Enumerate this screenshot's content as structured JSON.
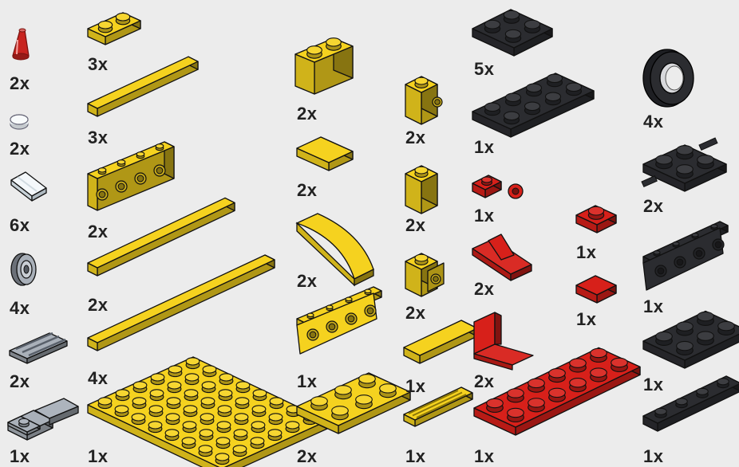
{
  "palette": {
    "background": "#ececec",
    "yellow": "#f5d21f",
    "red": "#d7201a",
    "black": "#2b2c30",
    "grey": "#a9b0b9",
    "trans_red": "#c8241f",
    "trans_clear": "#e8eef2"
  },
  "parts": [
    {
      "id": "cone-trans-red",
      "qty": "2x",
      "icon": "cone-icon"
    },
    {
      "id": "round-tile-clear",
      "qty": "2x",
      "icon": "round-tile-icon"
    },
    {
      "id": "slope-clear",
      "qty": "6x",
      "icon": "slope-icon"
    },
    {
      "id": "wheel-rim-grey",
      "qty": "4x",
      "icon": "wheel-rim-icon"
    },
    {
      "id": "grille-tile-grey",
      "qty": "2x",
      "icon": "grille-tile-icon"
    },
    {
      "id": "rail-plate-grey",
      "qty": "1x",
      "icon": "rail-plate-icon"
    },
    {
      "id": "plate-1x2-yellow",
      "qty": "3x",
      "icon": "plate-icon"
    },
    {
      "id": "tile-1x6-yellow",
      "qty": "3x",
      "icon": "tile-icon"
    },
    {
      "id": "brick-1x4-studs-yellow",
      "qty": "2x",
      "icon": "technic-brick-icon"
    },
    {
      "id": "tile-1x8-yellow",
      "qty": "2x",
      "icon": "tile-icon"
    },
    {
      "id": "tile-1x10-yellow",
      "qty": "4x",
      "icon": "tile-icon"
    },
    {
      "id": "plate-6x8-yellow",
      "qty": "1x",
      "icon": "plate-icon"
    },
    {
      "id": "brick-1x2-yellow",
      "qty": "2x",
      "icon": "brick-icon"
    },
    {
      "id": "tile-2x2-yellow",
      "qty": "2x",
      "icon": "tile-icon"
    },
    {
      "id": "curved-slope-yellow",
      "qty": "2x",
      "icon": "curved-slope-icon"
    },
    {
      "id": "bracket-1x4-yellow",
      "qty": "1x",
      "icon": "bracket-icon"
    },
    {
      "id": "plate-2x3-yellow",
      "qty": "2x",
      "icon": "plate-icon"
    },
    {
      "id": "brick-stud-side-yellow",
      "qty": "2x",
      "icon": "brick-side-stud-icon"
    },
    {
      "id": "brick-1x1-yellow",
      "qty": "2x",
      "icon": "brick-icon"
    },
    {
      "id": "headlight-brick-yellow",
      "qty": "2x",
      "icon": "headlight-brick-icon"
    },
    {
      "id": "tile-1x2-yellow",
      "qty": "1x",
      "icon": "tile-icon"
    },
    {
      "id": "grille-1x2-yellow",
      "qty": "1x",
      "icon": "grille-tile-icon"
    },
    {
      "id": "plate-2x2-black",
      "qty": "5x",
      "icon": "plate-icon"
    },
    {
      "id": "plate-2x4-black",
      "qty": "1x",
      "icon": "plate-icon"
    },
    {
      "id": "plate-clip-red",
      "qty": "1x",
      "icon": "clip-plate-icon"
    },
    {
      "id": "slope-1x2-red",
      "qty": "2x",
      "icon": "slope-icon"
    },
    {
      "id": "bracket-1x2-red",
      "qty": "2x",
      "icon": "bracket-icon"
    },
    {
      "id": "plate-2x6-red",
      "qty": "1x",
      "icon": "plate-icon"
    },
    {
      "id": "plate-1x1-red",
      "qty": "1x",
      "icon": "plate-icon"
    },
    {
      "id": "tile-1x1-red",
      "qty": "1x",
      "icon": "tile-icon"
    },
    {
      "id": "tire-black",
      "qty": "4x",
      "icon": "tire-icon"
    },
    {
      "id": "axle-plate-black",
      "qty": "2x",
      "icon": "axle-plate-icon"
    },
    {
      "id": "bracket-1x4-black",
      "qty": "1x",
      "icon": "bracket-icon"
    },
    {
      "id": "plate-2x3-black",
      "qty": "1x",
      "icon": "plate-icon"
    },
    {
      "id": "plate-1x4-black",
      "qty": "1x",
      "icon": "plate-icon"
    }
  ]
}
